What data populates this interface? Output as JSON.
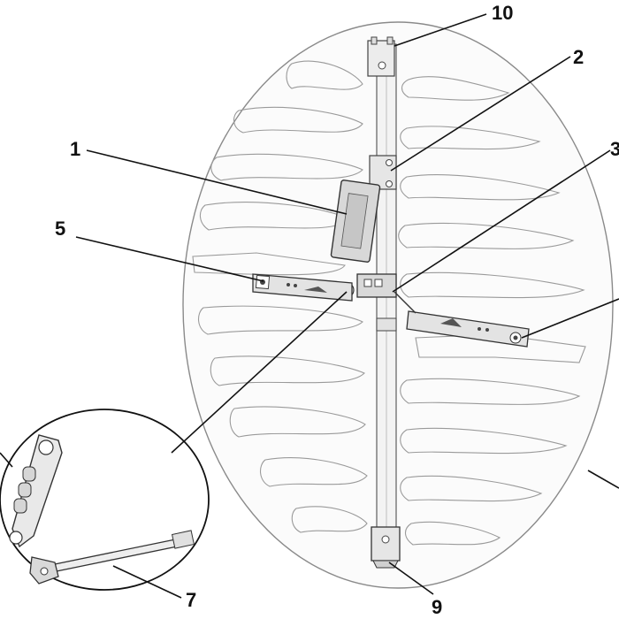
{
  "callouts": {
    "c1": "1",
    "c2": "2",
    "c3": "3",
    "c5": "5",
    "c7": "7",
    "c9": "9",
    "c10": "10"
  },
  "colors": {
    "line": "#111111",
    "outline": "#9a9a9a",
    "background": "#ffffff"
  }
}
